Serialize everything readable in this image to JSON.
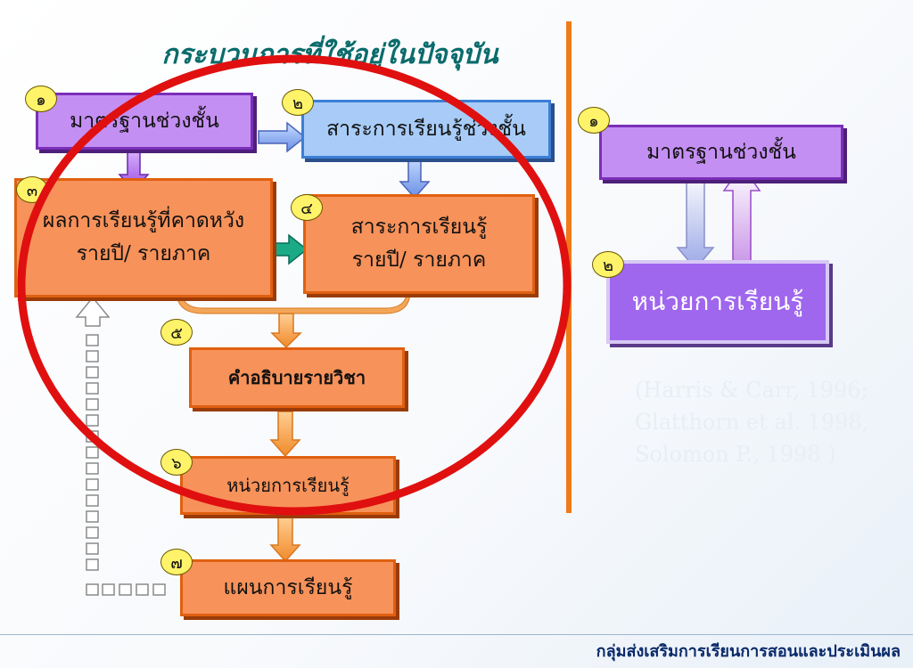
{
  "title": "กระบวนการที่ใช้อยู่ในปัจจุบัน",
  "left_flow": {
    "box1": {
      "num": "๑",
      "label": "มาตรฐานช่วงชั้น"
    },
    "box2": {
      "num": "๒",
      "label": "สาระการเรียนรู้ช่วงชั้น"
    },
    "box3": {
      "num": "๓",
      "line1": "ผลการเรียนรู้ที่คาดหวัง",
      "line2": "รายปี/ รายภาค"
    },
    "box4": {
      "num": "๔",
      "line1": "สาระการเรียนรู้",
      "line2": "รายปี/ รายภาค"
    },
    "box5": {
      "num": "๕",
      "label": "คำอธิบายรายวิชา"
    },
    "box6": {
      "num": "๖",
      "label": "หน่วยการเรียนรู้"
    },
    "box7": {
      "num": "๗",
      "label": "แผนการเรียนรู้"
    }
  },
  "right_flow": {
    "box1": {
      "num": "๑",
      "label": "มาตรฐานช่วงชั้น"
    },
    "box2": {
      "num": "๒",
      "label": "หน่วยการเรียนรู้"
    }
  },
  "citation": [
    "(Harris & Carr, 1996;",
    "Glatthorn et al. 1998,",
    "Solomon P., 1998 )"
  ],
  "footer": "กลุ่มส่งเสริมการเรียนการสอนและประเมินผล",
  "colors": {
    "accent_line": "#f07a1a",
    "circle": "#e01010",
    "title": "#0b6b6b"
  }
}
